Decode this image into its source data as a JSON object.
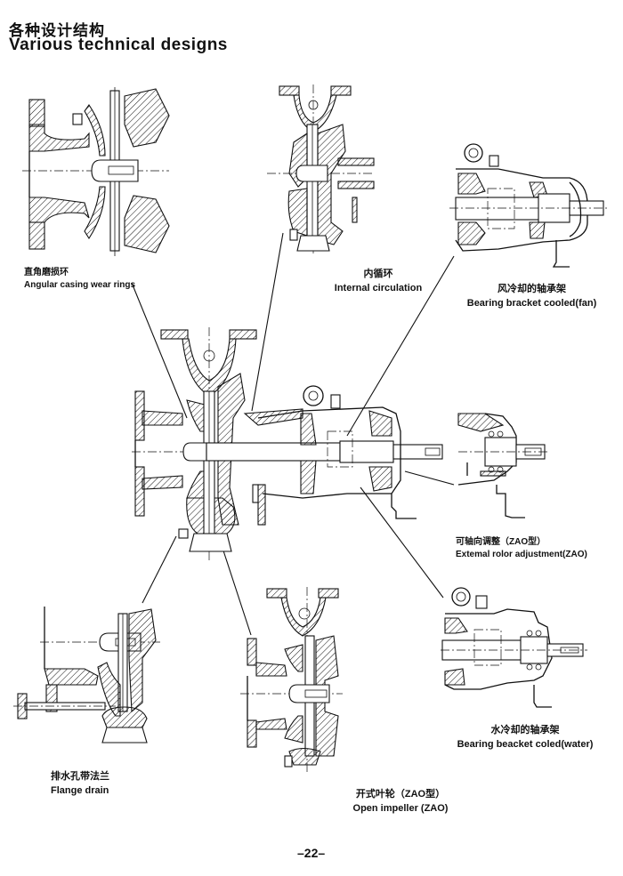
{
  "header": {
    "title_cn": "各种设计结构",
    "title_en": "Various technical designs"
  },
  "callouts": [
    {
      "id": "angular-casing-wear-rings",
      "cn": "直角磨损环",
      "en": "Angular casing wear rings"
    },
    {
      "id": "internal-circulation",
      "cn": "内循环",
      "en": "Internal circulation"
    },
    {
      "id": "bearing-bracket-fan",
      "cn": "风冷却的轴承架",
      "en": "Bearing bracket cooled(fan)"
    },
    {
      "id": "external-rotor-adjustment",
      "cn": "可轴向调整（ZAO型）",
      "en": "Extemal rolor adjustment(ZAO)"
    },
    {
      "id": "bearing-bracket-water",
      "cn": "水冷却的轴承架",
      "en": "Bearing beacket coled(water)"
    },
    {
      "id": "flange-drain",
      "cn": "排水孔带法兰",
      "en": "Flange drain"
    },
    {
      "id": "open-impeller",
      "cn": "开式叶轮（ZAO型）",
      "en": "Open impeller (ZAO)"
    }
  ],
  "footer": {
    "page_number": "–22–"
  }
}
